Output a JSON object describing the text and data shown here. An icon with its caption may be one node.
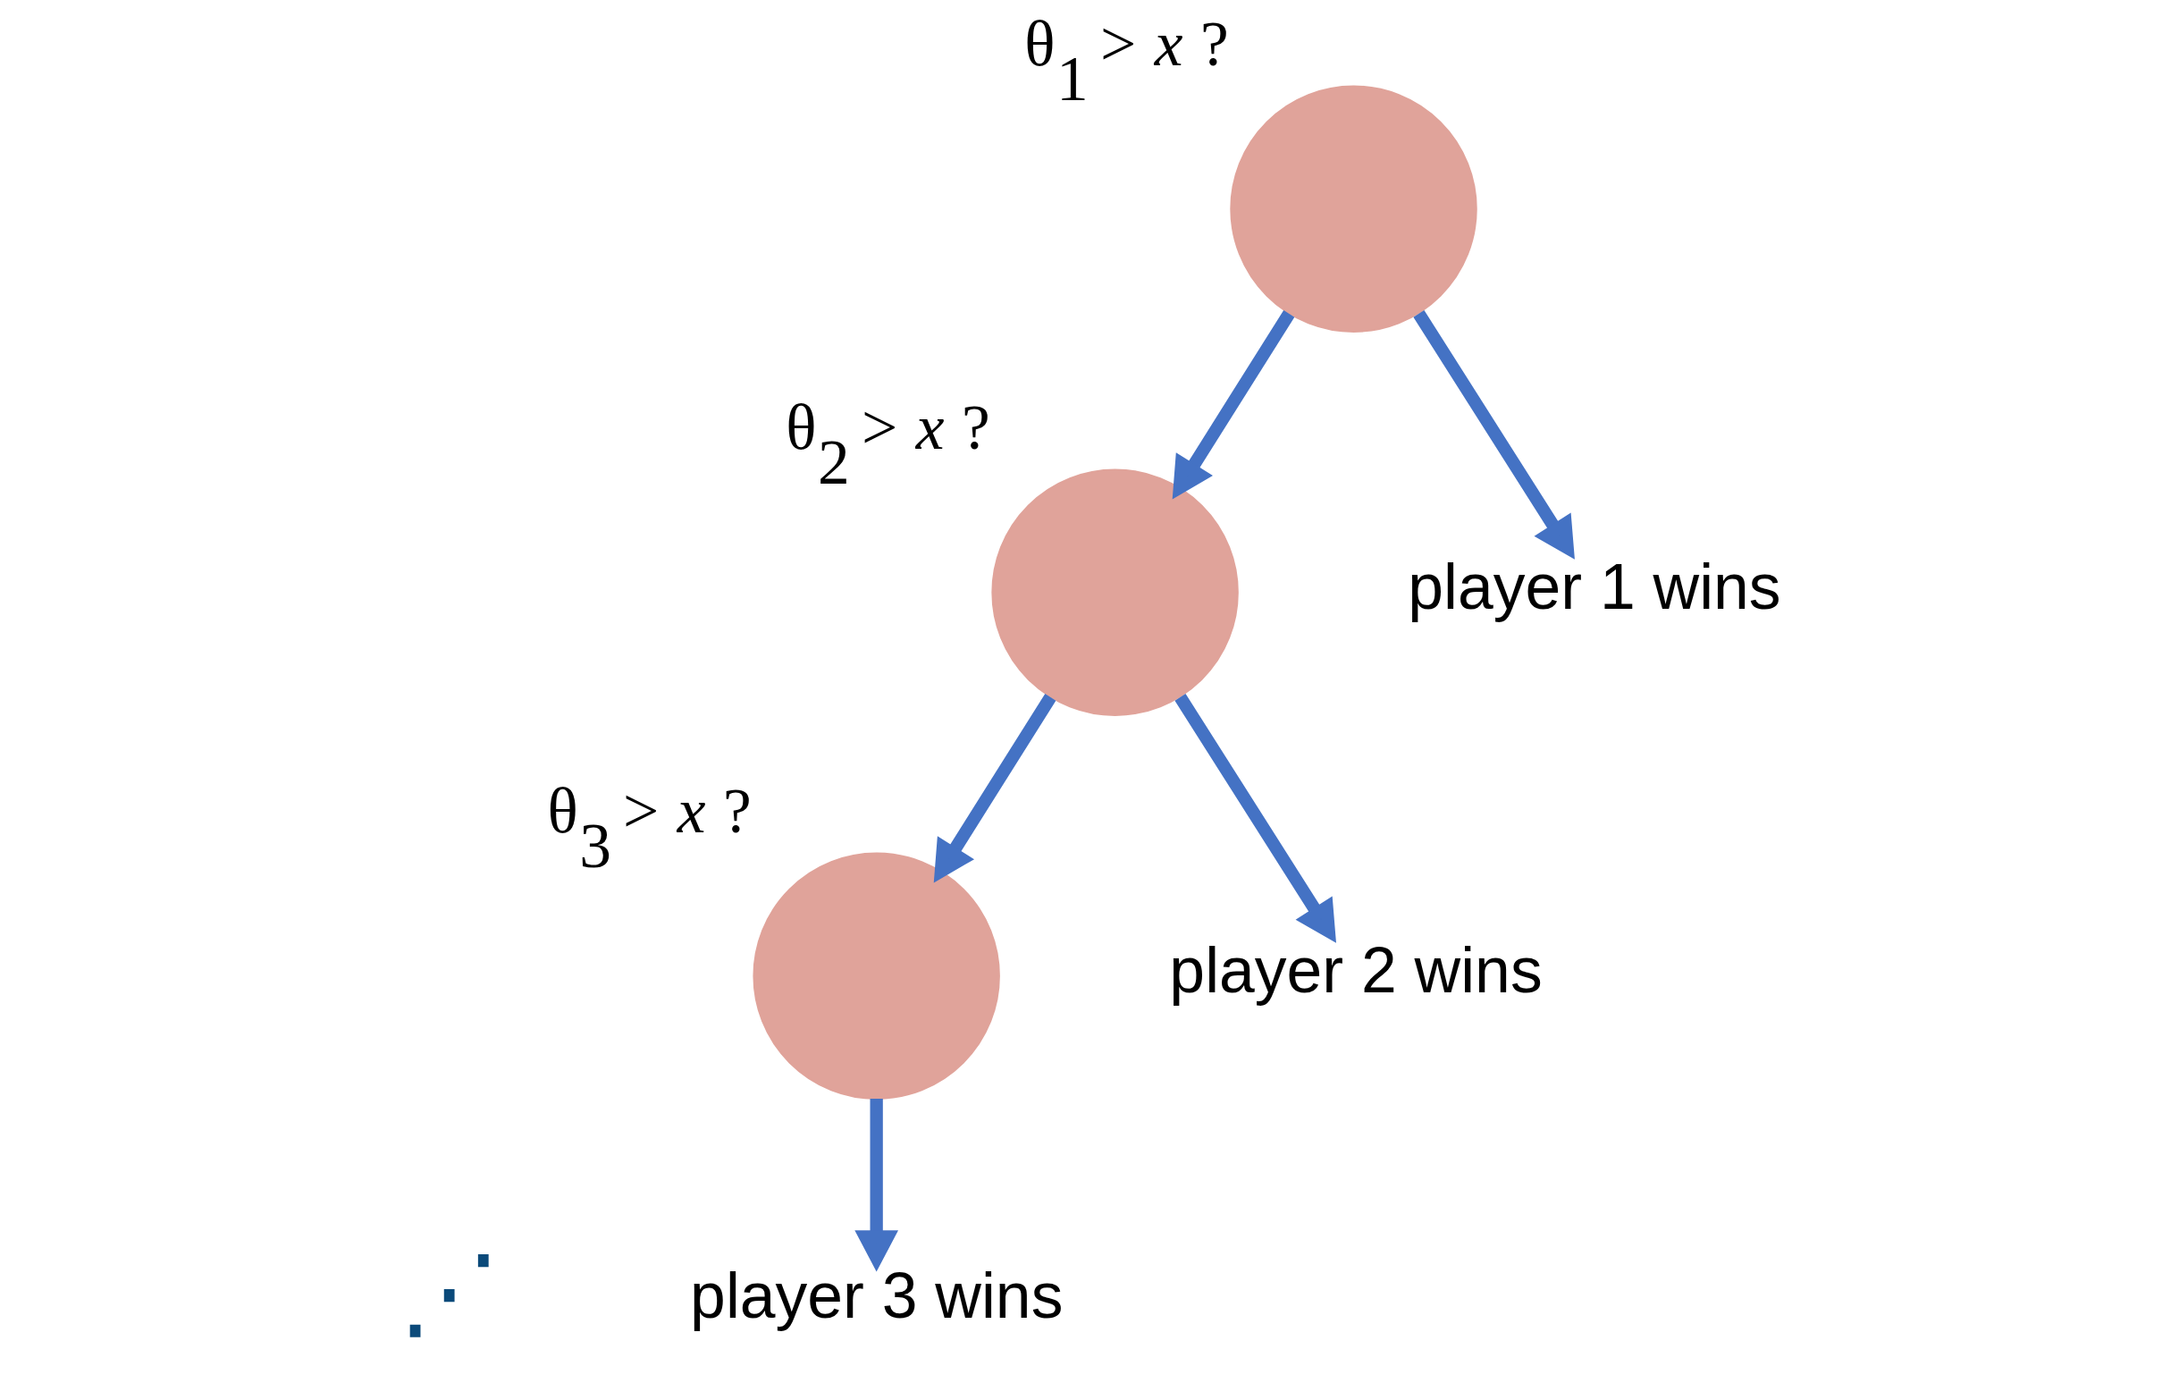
{
  "diagram": {
    "nodes": [
      {
        "text": [],
        "shape": "circle",
        "beside": [
          "θ$_{1}$ > *x* ?"
        ]
      },
      {
        "text": [],
        "shape": "circle",
        "beside": [
          "θ$_{2}$ > *x* ?"
        ]
      },
      {
        "text": [
          "player 1 wins"
        ]
      },
      {
        "text": [],
        "shape": "circle",
        "beside": [
          "θ$_{3}$ > *x* ?"
        ]
      },
      {
        "text": [
          "player 2 wins"
        ]
      },
      {
        "text": [
          "player 3 wins"
        ]
      }
    ],
    "edges": [
      {
        "from": 0,
        "to": 1,
        "arrow": "to"
      },
      {
        "from": 0,
        "to": 2,
        "arrow": "to"
      },
      {
        "from": 1,
        "to": 3,
        "arrow": "to"
      },
      {
        "from": 1,
        "to": 4,
        "arrow": "to"
      },
      {
        "from": 3,
        "to": 5,
        "arrow": "to"
      }
    ],
    "labels": [
      "⋰"
    ]
  }
}
